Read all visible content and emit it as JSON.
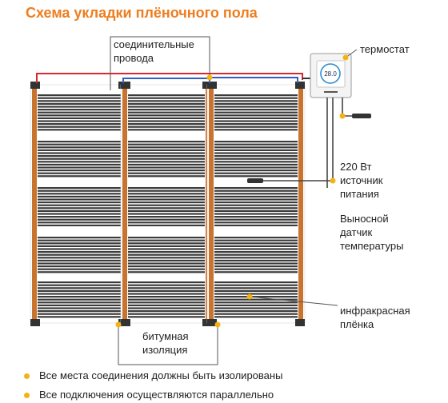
{
  "title": "Схема укладки плёночного пола",
  "labels": {
    "wires_line1": "соединительные",
    "wires_line2": "провода",
    "thermostat": "термостат",
    "power_line1": "220 Вт",
    "power_line2": "источник",
    "power_line3": "питания",
    "sensor_line1": "Выносной",
    "sensor_line2": "датчик",
    "sensor_line3": "температуры",
    "film_line1": "инфракрасная",
    "film_line2": "плёнка",
    "insulation_line1": "битумная",
    "insulation_line2": "изоляция"
  },
  "notes": [
    "Все места соединения должны быть изолированы",
    "Все подключения осуществляются параллельно"
  ],
  "thermostat_display": {
    "digits": "28.0"
  },
  "colors": {
    "accent_orange": "#ee7d1e",
    "marker_yellow": "#f3b312",
    "copper_strip": "#c8742e",
    "heating_stripe": "#3b3b3b",
    "wire_red": "#d9282f",
    "wire_blue": "#2f5ec4",
    "wire_dark": "#333333"
  }
}
